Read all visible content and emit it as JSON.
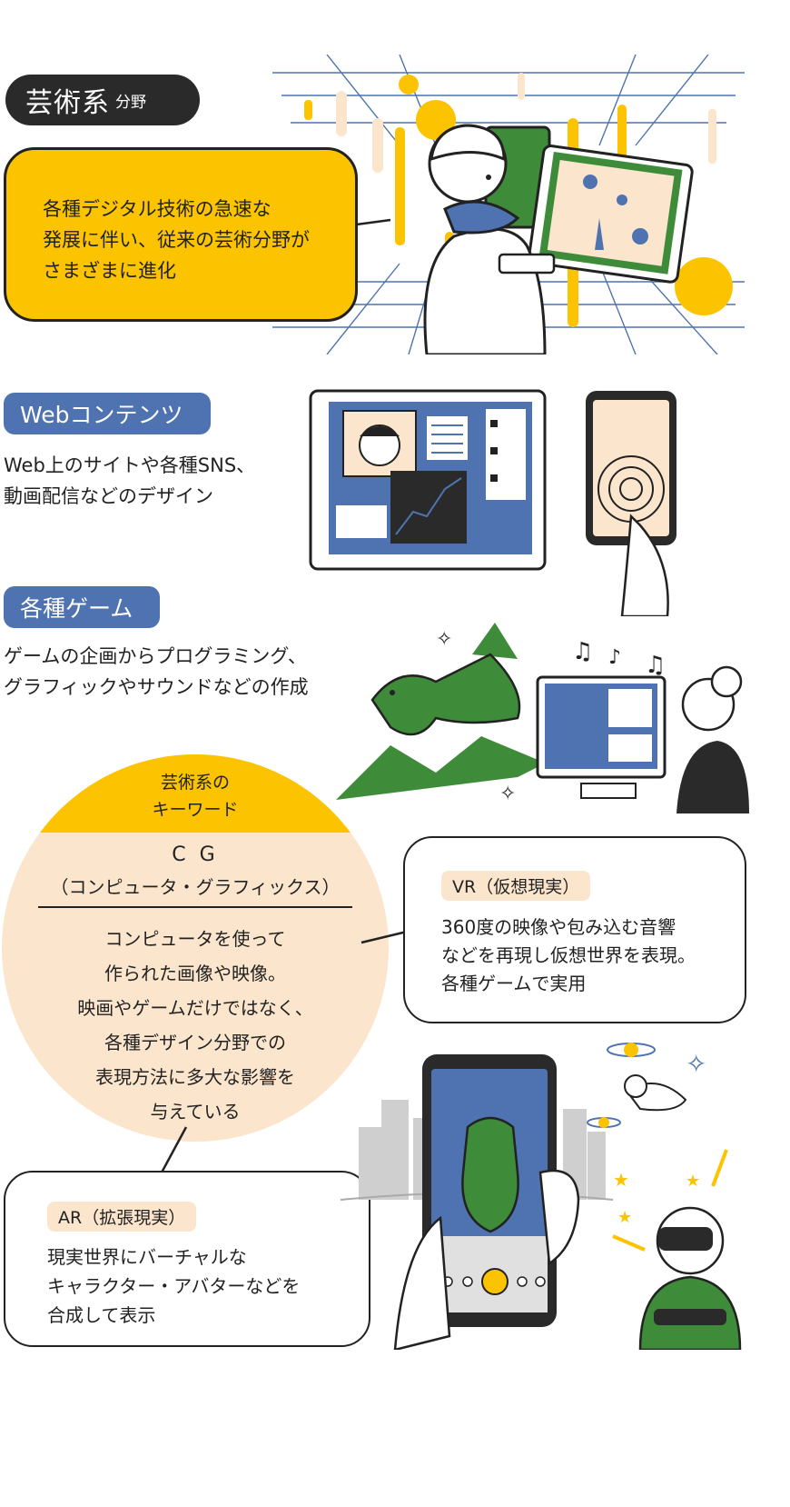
{
  "art": {
    "title": "芸術系",
    "title_suffix": "分野",
    "description_lines": [
      "各種デジタル技術の急速な",
      "発展に伴い、従来の芸術分野が",
      "さまざまに進化"
    ]
  },
  "web": {
    "label": "Webコンテンツ",
    "description_lines": [
      "Web上のサイトや各種SNS、",
      "動画配信などのデザイン"
    ]
  },
  "game": {
    "label": "各種ゲーム",
    "description_lines": [
      "ゲームの企画からプログラミング、",
      "グラフィックやサウンドなどの作成"
    ]
  },
  "keyword": {
    "header_lines": [
      "芸術系の",
      "キーワード"
    ],
    "cg_title": "C G",
    "cg_subtitle": "（コンピュータ・グラフィックス）",
    "cg_lines": [
      "コンピュータを使って",
      "作られた画像や映像。",
      "映画やゲームだけではなく、",
      "各種デザイン分野での",
      "表現方法に多大な影響を",
      "与えている"
    ]
  },
  "vr": {
    "label": "VR（仮想現実）",
    "description_lines": [
      "360度の映像や包み込む音響",
      "などを再現し仮想世界を表現。",
      "各種ゲームで実用"
    ]
  },
  "ar": {
    "label": "AR（拡張現実）",
    "description_lines": [
      "現実世界にバーチャルな",
      "キャラクター・アバターなどを",
      "合成して表示"
    ]
  },
  "colors": {
    "yellow": "#fcc400",
    "blue": "#4f73b0",
    "peach": "#fbe6cd",
    "green": "#3e8b3a",
    "dark": "#2a2a2a"
  }
}
